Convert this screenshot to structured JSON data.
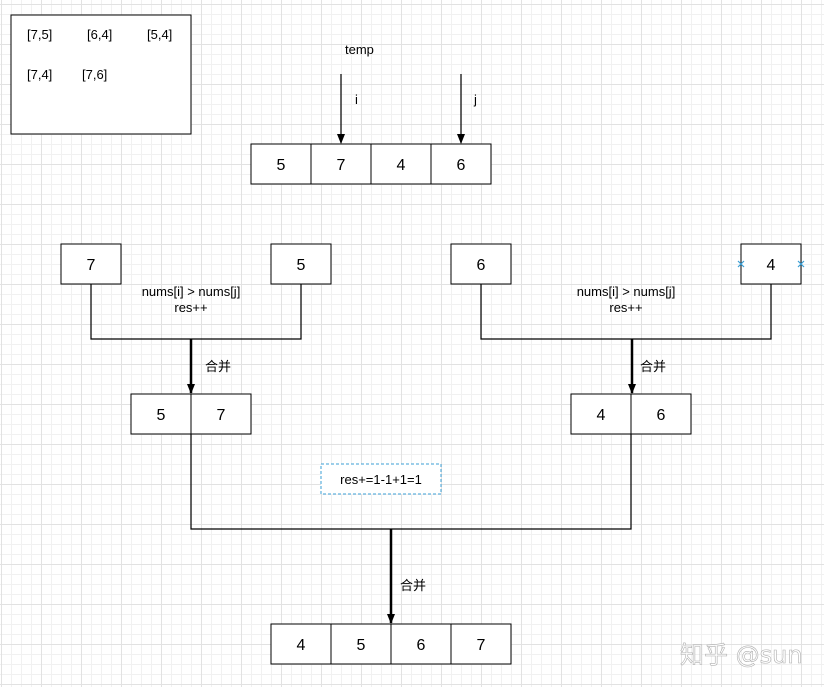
{
  "pairs_box": {
    "row1": [
      "[7,5]",
      "[6,4]",
      "[5,4]"
    ],
    "row2": [
      "[7,4]",
      "[7,6]"
    ]
  },
  "top": {
    "temp_label": "temp",
    "i_label": "i",
    "j_label": "j",
    "array": [
      "5",
      "7",
      "4",
      "6"
    ]
  },
  "left_merge": {
    "left_value": "7",
    "right_value": "5",
    "condition": "nums[i] > nums[j]",
    "increment": "res++",
    "merge_label": "合并",
    "result": [
      "5",
      "7"
    ]
  },
  "right_merge": {
    "left_value": "6",
    "right_value": "4",
    "condition": "nums[i] > nums[j]",
    "increment": "res++",
    "merge_label": "合并",
    "result": [
      "4",
      "6"
    ]
  },
  "bottom_merge": {
    "formula": "res+=1-1+1=1",
    "merge_label": "合并",
    "result": [
      "4",
      "5",
      "6",
      "7"
    ]
  },
  "watermark": "知乎 @sun",
  "colors": {
    "stroke": "#000000",
    "dashed_box": "#3b9fd6",
    "handle": "#3b9fd6"
  }
}
